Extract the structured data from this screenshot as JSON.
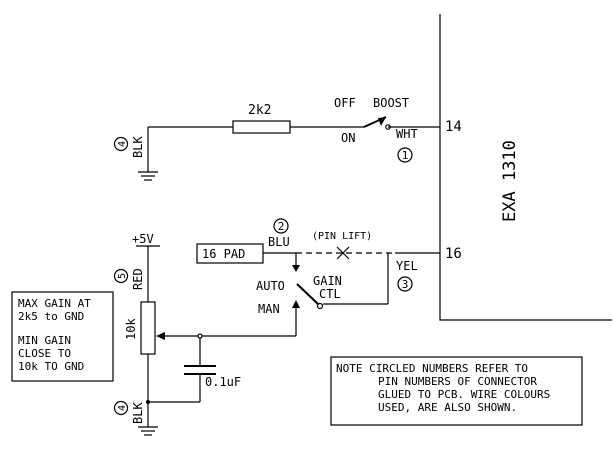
{
  "ic": {
    "label": "EXA 1310",
    "pin_top": "14",
    "pin_bottom": "16"
  },
  "boost_switch": {
    "off_label": "OFF",
    "boost_label": "BOOST",
    "on_label": "ON",
    "wire_label": "WHT",
    "circle_num": "1"
  },
  "resistor_top": {
    "value": "2k2"
  },
  "gnd_top": {
    "circle_num": "4",
    "wire_label": "BLK"
  },
  "pad": {
    "label": "16 PAD",
    "circle_num": "2",
    "wire_label": "BLU"
  },
  "pin_lift": {
    "label": "(PIN LIFT)"
  },
  "yel": {
    "wire_label": "YEL",
    "circle_num": "3"
  },
  "gain_switch": {
    "auto_label": "AUTO",
    "man_label": "MAN",
    "label_line1": "GAIN",
    "label_line2": "CTL"
  },
  "supply": {
    "label": "+5V",
    "circle_num": "5",
    "wire_label": "RED"
  },
  "pot": {
    "value": "10k"
  },
  "capacitor": {
    "value": "0.1uF"
  },
  "gnd_bottom": {
    "circle_num": "4",
    "wire_label": "BLK"
  },
  "gain_note": {
    "line1": "MAX GAIN AT",
    "line2": "2k5 to GND",
    "line3": "MIN GAIN",
    "line4": "CLOSE TO",
    "line5": "10k TO GND"
  },
  "main_note": {
    "line1": "NOTE CIRCLED NUMBERS REFER TO",
    "line2": "PIN NUMBERS OF CONNECTOR",
    "line3": "GLUED TO PCB.  WIRE COLOURS",
    "line4": "USED, ARE ALSO SHOWN."
  }
}
